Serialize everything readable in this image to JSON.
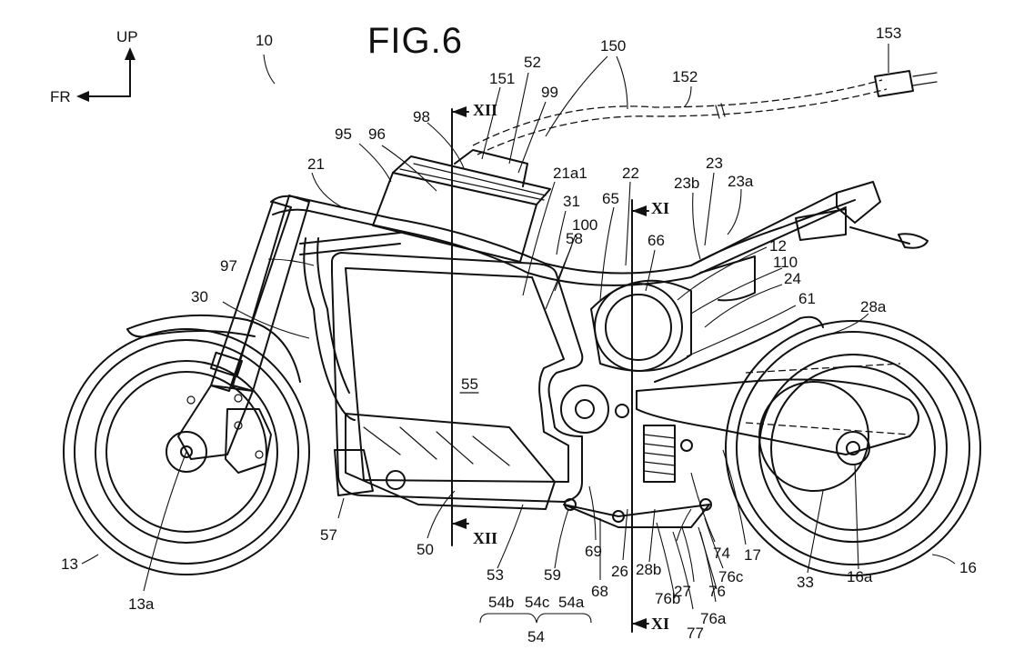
{
  "figure": {
    "title": "FIG.6"
  },
  "directions": {
    "up": "UP",
    "front": "FR"
  },
  "section_marks": {
    "xii_top": "XII",
    "xii_bottom": "XII",
    "xi_top": "XI",
    "xi_bottom": "XI"
  },
  "labels": {
    "l10": "10",
    "l150": "150",
    "l153": "153",
    "l52": "52",
    "l151": "151",
    "l152": "152",
    "l99": "99",
    "l98": "98",
    "l96": "96",
    "l95": "95",
    "l21": "21",
    "l21a1": "21a1",
    "l22": "22",
    "l23b": "23b",
    "l23": "23",
    "l23a": "23a",
    "l31": "31",
    "l65": "65",
    "l100": "100",
    "l58": "58",
    "l66": "66",
    "l12": "12",
    "l110": "110",
    "l24": "24",
    "l61": "61",
    "l28a": "28a",
    "l97": "97",
    "l30": "30",
    "l55": "55",
    "l57": "57",
    "l50": "50",
    "l53": "53",
    "l59": "59",
    "l69": "69",
    "l68": "68",
    "l26": "26",
    "l28b": "28b",
    "l74": "74",
    "l17": "17",
    "l33": "33",
    "l16a": "16a",
    "l16": "16",
    "l13": "13",
    "l13a": "13a",
    "l54b": "54b",
    "l54c": "54c",
    "l54a": "54a",
    "l54": "54",
    "l76b": "76b",
    "l27": "27",
    "l76": "76",
    "l76c": "76c",
    "l76a": "76a",
    "l77": "77"
  }
}
